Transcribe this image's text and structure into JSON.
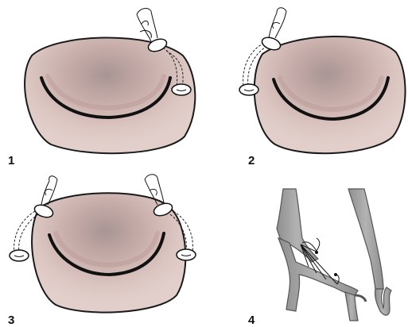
{
  "panel_labels": [
    "1",
    "2",
    "3",
    "4"
  ],
  "colors": {
    "tissue": "#d9c2bd",
    "tissue_shadow": "#b89a97",
    "outline": "#1a1a1a",
    "vessel": "#a8a8a8",
    "vessel_outline": "#555555"
  }
}
